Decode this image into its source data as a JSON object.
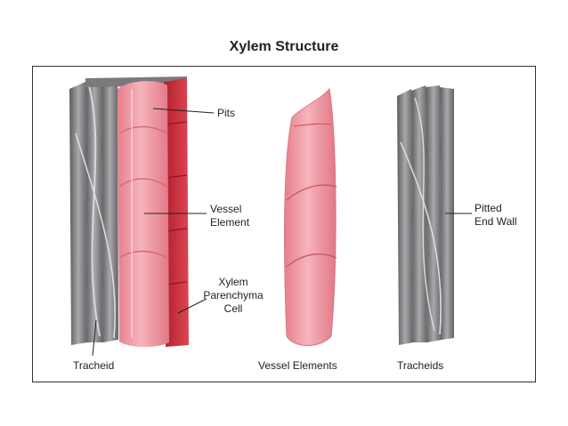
{
  "title": "Xylem Structure",
  "labels": {
    "pits": "Pits",
    "vessel_element": [
      "Vessel",
      "Element"
    ],
    "xylem_parenchyma": [
      "Xylem",
      "Parenchyma",
      "Cell"
    ],
    "tracheid": "Tracheid",
    "pitted_end_wall": [
      "Pitted",
      "End Wall"
    ]
  },
  "captions": {
    "left": "Tracheid",
    "middle": "Vessel Elements",
    "right": "Tracheids"
  },
  "colors": {
    "tracheid_gray": "#8c8c8e",
    "vessel_pink": "#f29aa6",
    "parenchyma_red": "#d4323f"
  }
}
